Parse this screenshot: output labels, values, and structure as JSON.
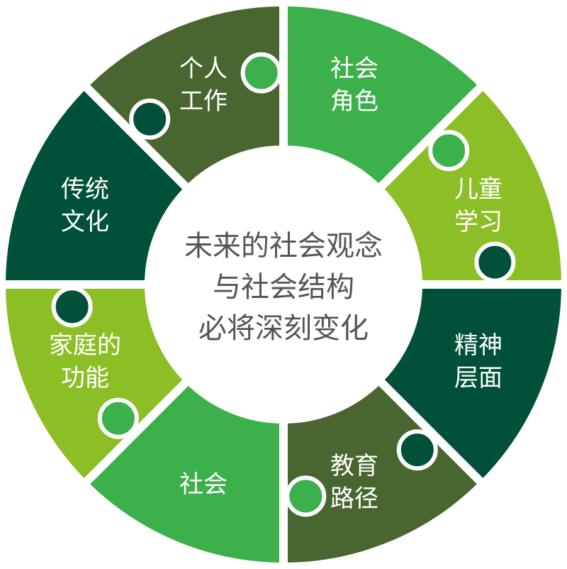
{
  "center": {
    "lines": [
      "未来的社会观念",
      "与社会结构",
      "必将深刻变化"
    ]
  },
  "segments": [
    {
      "lines": [
        "社会",
        "角色"
      ],
      "color": "#3cb04a"
    },
    {
      "lines": [
        "儿童",
        "学习"
      ],
      "color": "#8cbf26"
    },
    {
      "lines": [
        "精神",
        "层面"
      ],
      "color": "#00503a"
    },
    {
      "lines": [
        "教育",
        "路径"
      ],
      "color": "#4a6630"
    },
    {
      "lines": [
        "社会"
      ],
      "color": "#3cb04a"
    },
    {
      "lines": [
        "家庭的",
        "功能"
      ],
      "color": "#8cbf26"
    },
    {
      "lines": [
        "传统",
        "文化"
      ],
      "color": "#00503a"
    },
    {
      "lines": [
        "个人",
        "工作"
      ],
      "color": "#4a6630"
    }
  ]
}
